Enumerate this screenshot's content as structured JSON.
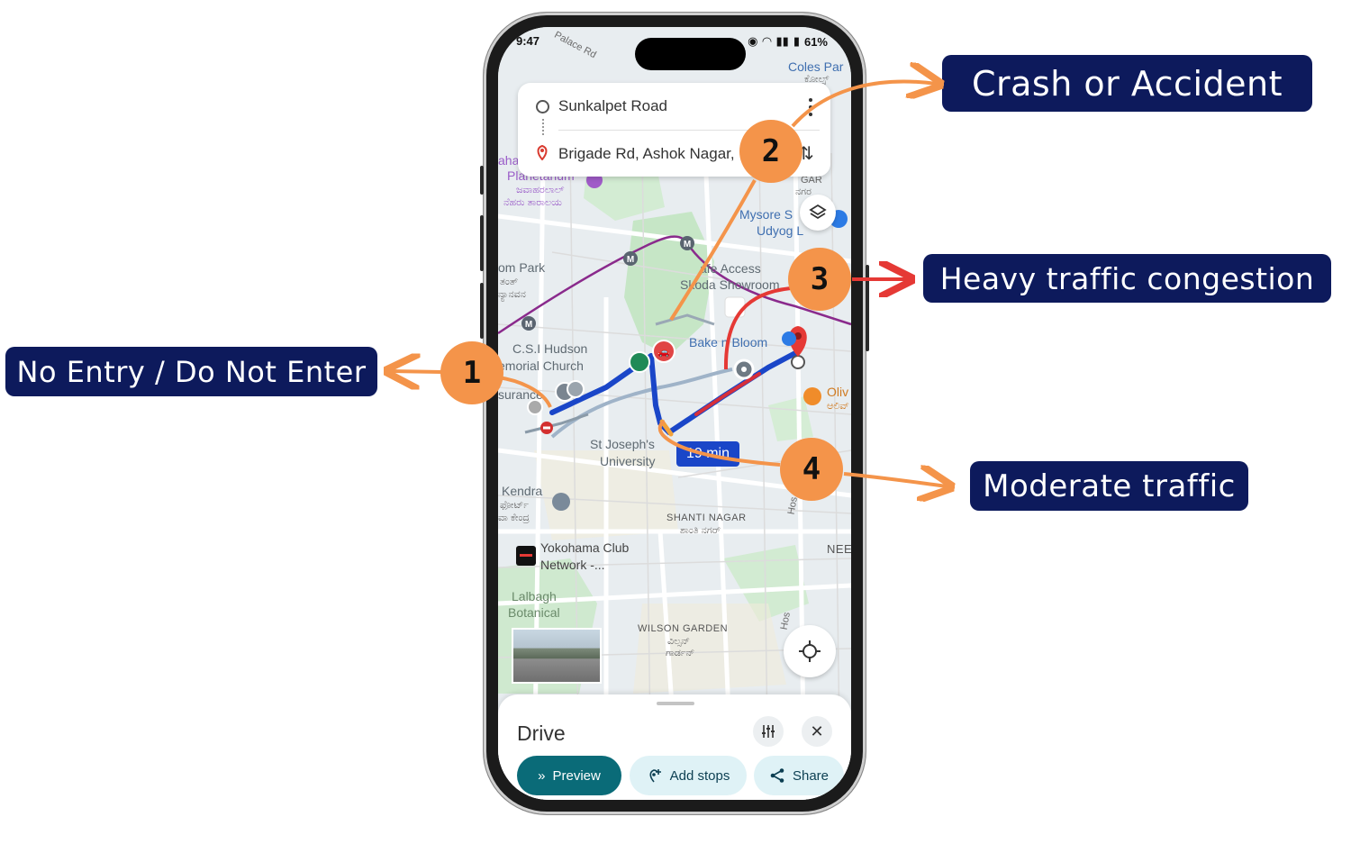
{
  "callouts": [
    {
      "number": "1",
      "label": "No Entry / Do Not Enter"
    },
    {
      "number": "2",
      "label": "Crash or Accident"
    },
    {
      "number": "3",
      "label": "Heavy traffic congestion"
    },
    {
      "number": "4",
      "label": "Moderate traffic"
    }
  ],
  "colors": {
    "callout_bg": "#0d1a5c",
    "callout_number_bg": "#f4944a",
    "arrow_orange": "#f4944a",
    "arrow_red": "#e53935",
    "route_blue": "#1a46c8",
    "heavy_traffic_red": "#d62f3a",
    "moderate_traffic_orange": "#f2a23a",
    "primary_button": "#0a6b78"
  },
  "status_bar": {
    "time": "9:47",
    "battery": "61%"
  },
  "search": {
    "origin": "Sunkalpet Road",
    "destination": "Brigade Rd, Ashok Nagar,",
    "more_icon": "more-vert-icon",
    "swap_icon": "swap-vert-icon"
  },
  "map": {
    "labels": {
      "palace_rd": "Palace Rd",
      "coles_park": "Coles Par",
      "coles_park_kn": "ಕೋಲ್ಸ್",
      "planetarium_a": "aha",
      "planetarium": "Planetarium",
      "planetarium_kn1": "ಜವಾಹರಲಾಲ್",
      "planetarium_kn2": "ನೆಹರು ತಾರಾಲಯ",
      "cubbon_park": "om Park",
      "cubbon_park_kn1": "ತಂತ್",
      "cubbon_park_kn2": "ನ್ಯಾನವನ",
      "gar": "GAR",
      "gar_kn": "ನಗರ",
      "mysore_sales": "Mysore S",
      "udyog": "Udyog L",
      "safe_access": "afe Access",
      "skoda": "Skoda Showroom",
      "csi_hudson1": "C.S.I Hudson",
      "csi_hudson2": "emorial Church",
      "surance": "surance",
      "bake_bloom": "Bake n Bloom",
      "olive": "Oliv",
      "olive_kn": "ಆಲಿವ್",
      "st_josephs1": "St Joseph's",
      "st_josephs2": "University",
      "kendra": "Kendra",
      "kendra_kn1": "ಫೋರ್ಟ್",
      "kendra_kn2": "ವಾ ಕೇಂದ್ರ",
      "shanti_nagar": "SHANTI NAGAR",
      "shanti_nagar_kn": "ಶಾಂತಿ ನಗರ್",
      "yokohama1": "Yokohama Club",
      "yokohama2": "Network -...",
      "nee": "NEE",
      "lalbagh1": "Lalbagh",
      "lalbagh2": "Botanical",
      "wilson_garden": "WILSON GARDEN",
      "wilson_kn1": "ವಿಲ್ಸನ್",
      "wilson_kn2": "ಗಾರ್ಡನ್",
      "hos": "Hos",
      "hos2": "Hos"
    },
    "eta": "19 min",
    "icons": {
      "layers": "layers-icon",
      "locate": "my-location-icon",
      "metro": "metro-icon",
      "no_entry": "no-entry-icon",
      "crash": "crash-icon",
      "destination": "destination-pin-icon"
    }
  },
  "sheet": {
    "mode": "Drive",
    "preview": "Preview",
    "add_stops": "Add stops",
    "share": "Share",
    "options_icon": "tune-icon",
    "close_icon": "close-icon"
  }
}
